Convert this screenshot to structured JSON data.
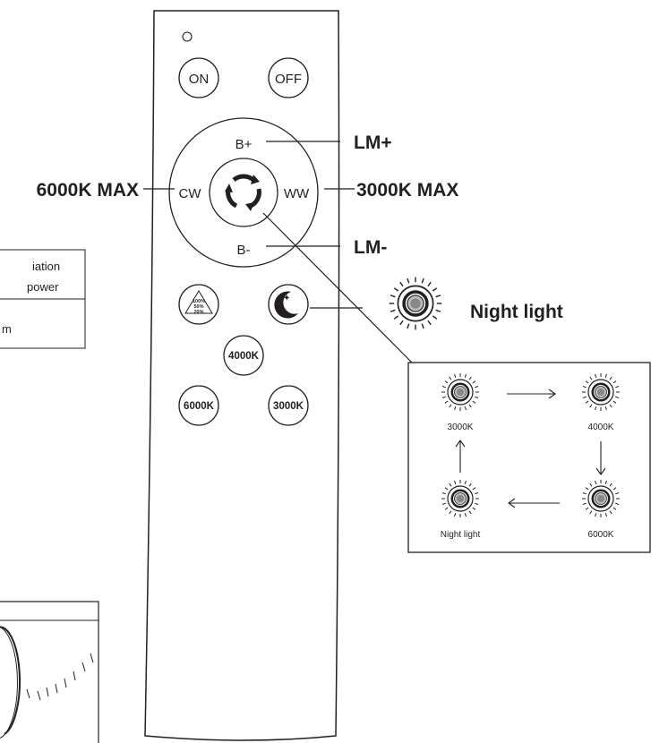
{
  "remote": {
    "on_label": "ON",
    "off_label": "OFF",
    "brightness_up_label": "B+",
    "brightness_down_label": "B-",
    "cool_white_label": "CW",
    "warm_white_label": "WW",
    "preset_4000k_label": "4000K",
    "preset_6000k_label": "6000K",
    "preset_3000k_label": "3000K",
    "dimmer_levels": [
      "100%",
      "50%",
      "20%"
    ]
  },
  "callouts": {
    "lm_plus": "LM+",
    "lm_minus": "LM-",
    "cw_max": "6000K MAX",
    "ww_max": "3000K MAX",
    "night_light": "Night light"
  },
  "cycle_box": {
    "steps": [
      "3000K",
      "4000K",
      "6000K",
      "Night light"
    ]
  },
  "left_table": {
    "header_line1": "iation",
    "header_line2": "power",
    "value": "m"
  }
}
